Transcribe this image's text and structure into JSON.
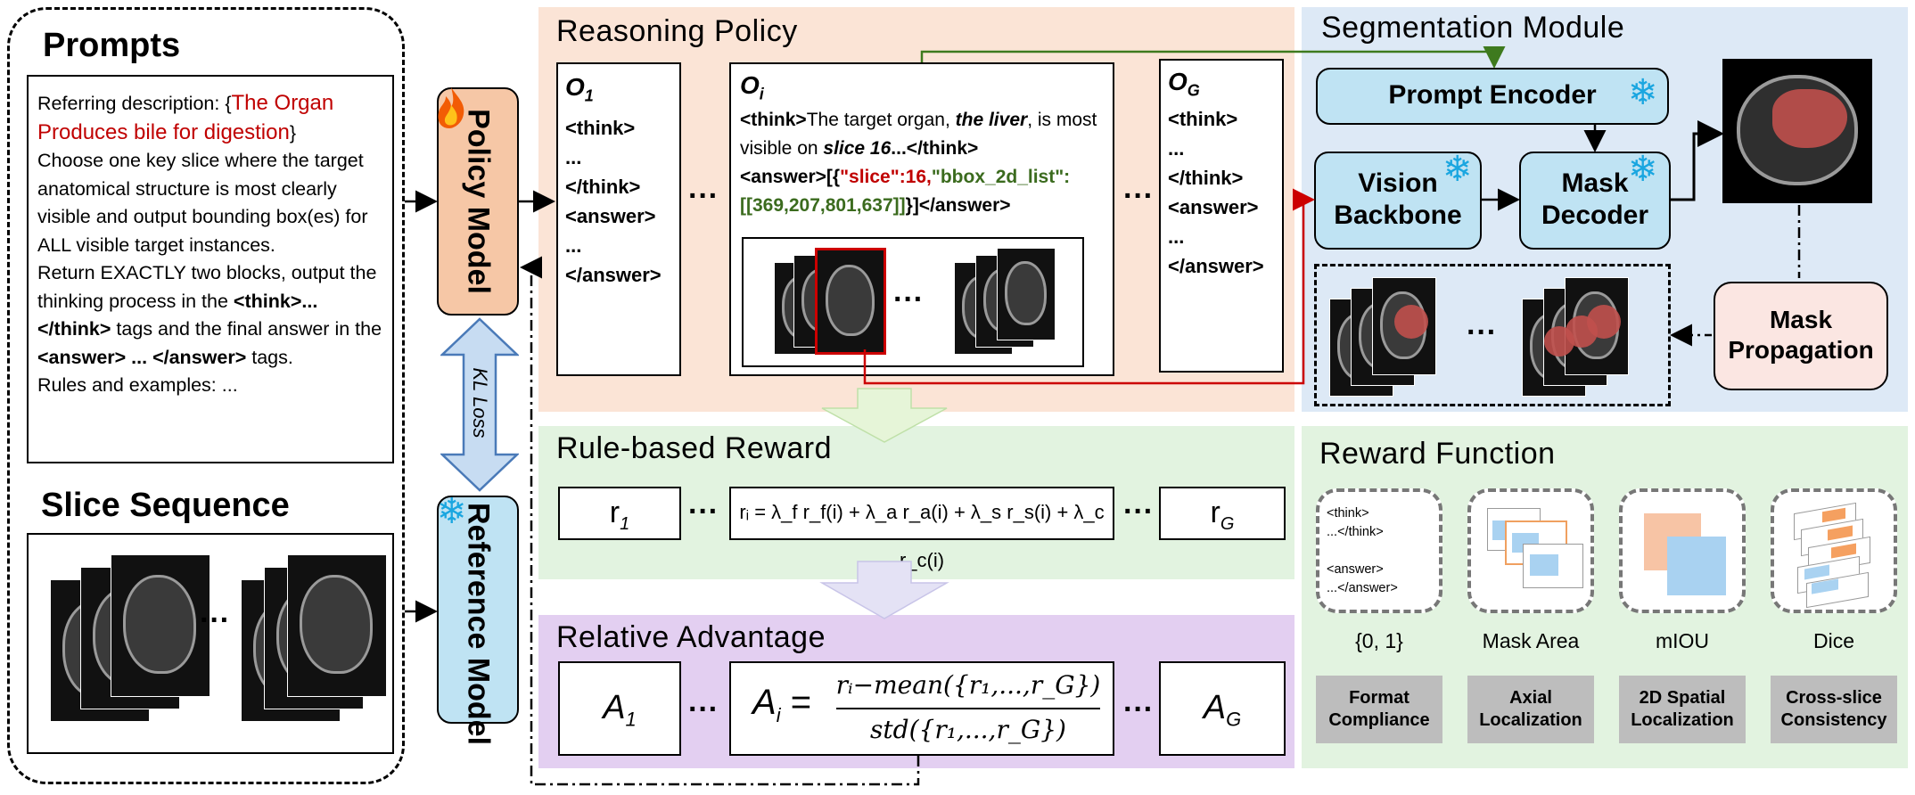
{
  "prompts": {
    "title": "Prompts",
    "desc_prefix": "Referring description: {",
    "desc_highlight": "The Organ Produces bile for digestion",
    "desc_suffix": "}",
    "line1": "Choose one key slice where the target anatomical structure is most clearly visible and output bounding box(es) for ALL visible target instances.",
    "line2_a": "Return EXACTLY two blocks, output the thinking process in the ",
    "line2_b": "<think>...</think>",
    "line2_c": " tags and the final answer in the ",
    "line2_d": "<answer> ... </answer>",
    "line2_e": " tags.",
    "line3": "Rules and examples: ..."
  },
  "slice_sequence": {
    "title": "Slice Sequence",
    "dots": "···"
  },
  "policy_model": {
    "label": "Policy Model",
    "icon": "fire-icon"
  },
  "reference_model": {
    "label": "Reference Model",
    "icon": "snowflake-icon"
  },
  "kl_loss": "KL Loss",
  "reasoning": {
    "title": "Reasoning Policy",
    "o1": {
      "label": "O",
      "sub": "1",
      "lines": [
        "<think>",
        "...",
        "</think>",
        "<answer>",
        "...",
        "</answer>"
      ]
    },
    "oi": {
      "label": "O",
      "sub": "i",
      "t1": "<think>",
      "t2": "The target organ, ",
      "t3": "the liver",
      "t4": ", is most visible on ",
      "t5": "slice 16",
      "t6": "...</think>",
      "a1": "<answer>[{",
      "a2": "\"slice\":16,",
      "a3": "\"bbox_2d_list\":",
      "a4": "[[369,207,801,637]]",
      "a5": "}]</answer>",
      "dots": "···"
    },
    "og": {
      "label": "O",
      "sub": "G",
      "lines": [
        "<think>",
        "...",
        "</think>",
        "<answer>",
        "...",
        "</answer>"
      ]
    },
    "dots": "···"
  },
  "segmentation": {
    "title": "Segmentation Module",
    "prompt_encoder": "Prompt Encoder",
    "vision_backbone": "Vision Backbone",
    "mask_decoder": "Mask Decoder",
    "mask_propagation": "Mask Propagation",
    "dots": "···"
  },
  "rule_reward": {
    "title": "Rule-based Reward",
    "r1": "r",
    "r1_sub": "1",
    "rg": "r",
    "rg_sub": "G",
    "formula": "rᵢ = λ_f r_f(i) + λ_a r_a(i) + λ_s r_s(i) + λ_c r_c(i)",
    "dots": "···"
  },
  "advantage": {
    "title": "Relative Advantage",
    "a1": "A",
    "a1_sub": "1",
    "ag": "A",
    "ag_sub": "G",
    "ai": "A",
    "ai_sub": "i",
    "numerator": "rᵢ−mean({r₁,...,r_G})",
    "denominator": "std({r₁,...,r_G})",
    "dots": "···"
  },
  "reward_function": {
    "title": "Reward Function",
    "items": [
      {
        "sub": "{0, 1}",
        "label": "Format Compliance",
        "card_text": [
          "<think>",
          "...</think>",
          "",
          "<answer>",
          "...</answer>"
        ]
      },
      {
        "sub": "Mask Area",
        "label": "Axial Localization"
      },
      {
        "sub": "mIOU",
        "label": "2D Spatial Localization"
      },
      {
        "sub": "Dice",
        "label": "Cross-slice Consistency"
      }
    ]
  },
  "colors": {
    "reasoning_bg": "#fbe4d6",
    "segmentation_bg": "#dde9f6",
    "reward_bg": "#e2f3e0",
    "advantage_bg": "#e3cff1",
    "policy_fill": "#f6c7a6",
    "reference_fill": "#bfe3f3",
    "highlight_red": "#c00000",
    "highlight_green": "#3b6b1e",
    "arrow_red": "#cc0000",
    "arrow_green": "#3e7a1e"
  }
}
